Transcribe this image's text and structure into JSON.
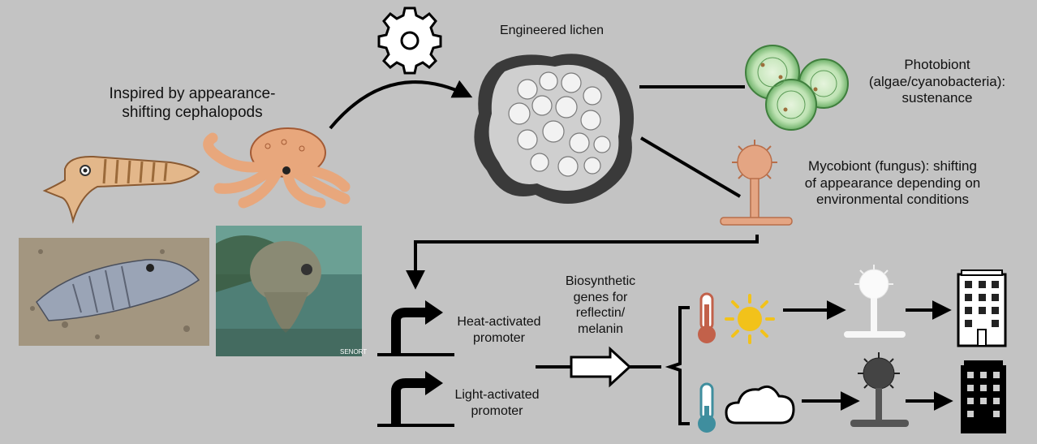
{
  "inspiration": {
    "line1": "Inspired by appearance-",
    "line2": "shifting cephalopods"
  },
  "lichen": {
    "title": "Engineered lichen"
  },
  "photobiont": {
    "line1": "Photobiont",
    "line2": "(algae/cyanobacteria):",
    "line3": "sustenance"
  },
  "mycobiont": {
    "line1": "Mycobiont (fungus): shifting",
    "line2": "of appearance depending on",
    "line3": "environmental conditions"
  },
  "promoters": {
    "heat": {
      "line1": "Heat-activated",
      "line2": "promoter"
    },
    "light": {
      "line1": "Light-activated",
      "line2": "promoter"
    }
  },
  "genes": {
    "line1": "Biosynthetic",
    "line2": "genes for",
    "line3": "reflectin/",
    "line4": "melanin"
  },
  "photo_watermark": "SENORT",
  "icons": {
    "gear": "gear-icon",
    "thermometer_hot": "thermometer-hot-icon",
    "sun": "sun-icon",
    "thermometer_cold": "thermometer-cold-icon",
    "cloud": "cloud-icon",
    "building_white": "building-white-icon",
    "building_black": "building-black-icon"
  },
  "colors": {
    "background": "#c3c3c3",
    "thermo_hot": "#c2614a",
    "thermo_cold": "#3f8e9e",
    "sun": "#f2c21a",
    "cephalopod": "#e8a77c",
    "algae": "#7cc07a"
  }
}
